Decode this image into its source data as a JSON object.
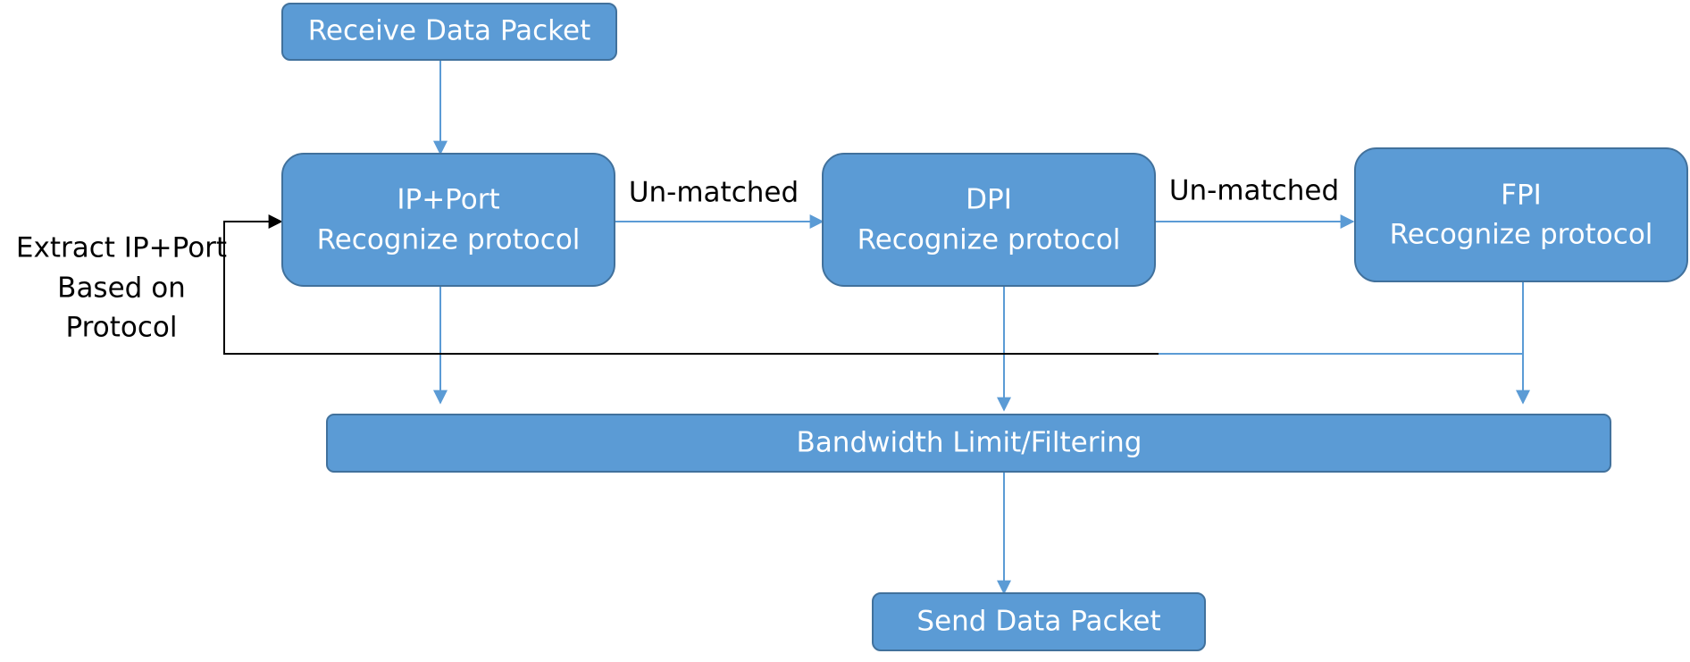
{
  "colors": {
    "node_fill": "#5b9bd5",
    "node_stroke": "#41719c",
    "arrow_blue": "#5b9bd5",
    "arrow_black": "#000000",
    "text_on_node": "#ffffff",
    "label_text": "#000000"
  },
  "nodes": {
    "receive": {
      "label": "Receive Data Packet"
    },
    "ip_port": {
      "line1": "IP+Port",
      "line2": "Recognize protocol"
    },
    "dpi": {
      "line1": "DPI",
      "line2": "Recognize protocol"
    },
    "fpi": {
      "line1": "FPI",
      "line2": "Recognize protocol"
    },
    "bandwidth": {
      "label": "Bandwidth Limit/Filtering"
    },
    "send": {
      "label": "Send Data Packet"
    }
  },
  "edges": {
    "ip_to_dpi": {
      "label": "Un-matched"
    },
    "dpi_to_fpi": {
      "label": "Un-matched"
    },
    "feedback": {
      "line1": "Extract IP+Port",
      "line2": "Based on",
      "line3": "Protocol"
    }
  }
}
